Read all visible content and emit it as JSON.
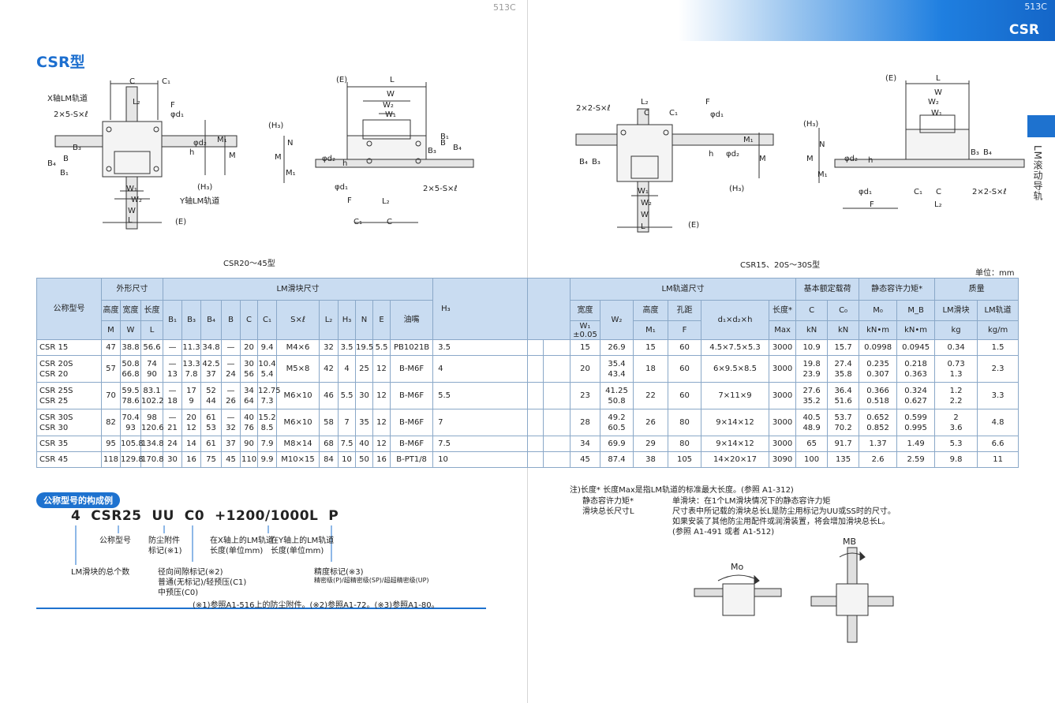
{
  "page": {
    "left_page_number": "513C",
    "right_page_number": "513C",
    "header_tag": "CSR",
    "side_tab": "LM滚动导轨",
    "title": "CSR型",
    "unit_label": "单位：mm"
  },
  "drawings": {
    "caption_left": "CSR20～45型",
    "caption_right": "CSR15、20S～30S型",
    "labels": {
      "C": "C",
      "C1": "C₁",
      "L2": "L₂",
      "F": "F",
      "d1": "φd₁",
      "d2": "φd₂",
      "M1": "M₁",
      "M": "M",
      "N": "N",
      "h": "h",
      "H3": "(H₃)",
      "E": "(E)",
      "B": "B",
      "B1": "B₁",
      "B3": "B₃",
      "B4": "B₄",
      "L": "L",
      "W": "W",
      "W1": "W₁",
      "W2": "W₂",
      "x_rail": "X轴LM轨道",
      "y_rail": "Y轴LM轨道",
      "tap_5": "2×5-S×ℓ",
      "tap_2": "2×2-S×ℓ"
    },
    "moments": {
      "mo": "Mo",
      "mb": "MB"
    }
  },
  "table": {
    "headers": {
      "model": "公称型号",
      "outer": "外形尺寸",
      "block": "LM滑块尺寸",
      "rail": "LM轨道尺寸",
      "rated": "基本额定载荷",
      "static_moment": "静态容许力矩*",
      "mass": "质量",
      "height": "高度",
      "width": "宽度",
      "length": "长度",
      "M": "M",
      "W": "W",
      "L": "L",
      "B1": "B₁",
      "B3": "B₃",
      "B4": "B₄",
      "B": "B",
      "C": "C",
      "C1": "C₁",
      "Sxl": "S×ℓ",
      "L2": "L₂",
      "H3": "H₃",
      "N": "N",
      "E": "E",
      "grease": "油嘴",
      "H3b": "H₃",
      "rail_width": "宽度",
      "W1": "W₁",
      "W1tol": "±0.05",
      "W2": "W₂",
      "rail_height": "高度",
      "M1": "M₁",
      "pitch": "孔距",
      "F": "F",
      "d1d2h": "d₁×d₂×h",
      "len_max": "长度*",
      "max": "Max",
      "Cc": "C",
      "C0": "C₀",
      "kN1": "kN",
      "kN2": "kN",
      "Mo": "M₀",
      "MB": "M_B",
      "kNm1": "kN•m",
      "kNm2": "kN•m",
      "block_mass": "LM滑块",
      "rail_mass": "LM轨道",
      "kg": "kg",
      "kgm": "kg/m"
    },
    "rows": [
      {
        "model": [
          "CSR 15"
        ],
        "M": "47",
        "W": [
          "38.8"
        ],
        "L": [
          "56.6"
        ],
        "B1": [
          "—"
        ],
        "B3": [
          "11.3"
        ],
        "B4": [
          "34.8"
        ],
        "B": [
          "—"
        ],
        "C": [
          "20"
        ],
        "C1": [
          "9.4"
        ],
        "Sxl": "M4×6",
        "L2": "32",
        "H3": "3.5",
        "N": "19.5",
        "E": "5.5",
        "grease": "PB1021B",
        "H3b": "3.5",
        "W1": "15",
        "W2": [
          "26.9"
        ],
        "M1": "15",
        "F": "60",
        "d": "4.5×7.5×5.3",
        "Lmax": "3000",
        "Cr": [
          "10.9"
        ],
        "C0": [
          "15.7"
        ],
        "Mo": [
          "0.0998"
        ],
        "MB": [
          "0.0945"
        ],
        "mb": [
          "0.34"
        ],
        "mr": "1.5"
      },
      {
        "model": [
          "CSR 20S",
          "CSR 20"
        ],
        "M": "57",
        "W": [
          "50.8",
          "66.8"
        ],
        "L": [
          "74",
          "90"
        ],
        "B1": [
          "—",
          "13"
        ],
        "B3": [
          "13.3",
          "7.8"
        ],
        "B4": [
          "42.5",
          "37"
        ],
        "B": [
          "—",
          "24"
        ],
        "C": [
          "30",
          "56"
        ],
        "C1": [
          "10.4",
          "5.4"
        ],
        "Sxl": "M5×8",
        "L2": "42",
        "H3": "4",
        "N": "25",
        "E": "12",
        "grease": "B-M6F",
        "H3b": "4",
        "W1": "20",
        "W2": [
          "35.4",
          "43.4"
        ],
        "M1": "18",
        "F": "60",
        "d": "6×9.5×8.5",
        "Lmax": "3000",
        "Cr": [
          "19.8",
          "23.9"
        ],
        "C0": [
          "27.4",
          "35.8"
        ],
        "Mo": [
          "0.235",
          "0.307"
        ],
        "MB": [
          "0.218",
          "0.363"
        ],
        "mb": [
          "0.73",
          "1.3"
        ],
        "mr": "2.3"
      },
      {
        "model": [
          "CSR 25S",
          "CSR 25"
        ],
        "M": "70",
        "W": [
          "59.5",
          "78.6"
        ],
        "L": [
          "83.1",
          "102.2"
        ],
        "B1": [
          "—",
          "18"
        ],
        "B3": [
          "17",
          "9"
        ],
        "B4": [
          "52",
          "44"
        ],
        "B": [
          "—",
          "26"
        ],
        "C": [
          "34",
          "64"
        ],
        "C1": [
          "12.75",
          "7.3"
        ],
        "Sxl": "M6×10",
        "L2": "46",
        "H3": "5.5",
        "N": "30",
        "E": "12",
        "grease": "B-M6F",
        "H3b": "5.5",
        "W1": "23",
        "W2": [
          "41.25",
          "50.8"
        ],
        "M1": "22",
        "F": "60",
        "d": "7×11×9",
        "Lmax": "3000",
        "Cr": [
          "27.6",
          "35.2"
        ],
        "C0": [
          "36.4",
          "51.6"
        ],
        "Mo": [
          "0.366",
          "0.518"
        ],
        "MB": [
          "0.324",
          "0.627"
        ],
        "mb": [
          "1.2",
          "2.2"
        ],
        "mr": "3.3"
      },
      {
        "model": [
          "CSR 30S",
          "CSR 30"
        ],
        "M": "82",
        "W": [
          "70.4",
          "93"
        ],
        "L": [
          "98",
          "120.6"
        ],
        "B1": [
          "—",
          "21"
        ],
        "B3": [
          "20",
          "12"
        ],
        "B4": [
          "61",
          "53"
        ],
        "B": [
          "—",
          "32"
        ],
        "C": [
          "40",
          "76"
        ],
        "C1": [
          "15.2",
          "8.5"
        ],
        "Sxl": "M6×10",
        "L2": "58",
        "H3": "7",
        "N": "35",
        "E": "12",
        "grease": "B-M6F",
        "H3b": "7",
        "W1": "28",
        "W2": [
          "49.2",
          "60.5"
        ],
        "M1": "26",
        "F": "80",
        "d": "9×14×12",
        "Lmax": "3000",
        "Cr": [
          "40.5",
          "48.9"
        ],
        "C0": [
          "53.7",
          "70.2"
        ],
        "Mo": [
          "0.652",
          "0.852"
        ],
        "MB": [
          "0.599",
          "0.995"
        ],
        "mb": [
          "2",
          "3.6"
        ],
        "mr": "4.8"
      },
      {
        "model": [
          "CSR 35"
        ],
        "M": "95",
        "W": [
          "105.8"
        ],
        "L": [
          "134.8"
        ],
        "B1": [
          "24"
        ],
        "B3": [
          "14"
        ],
        "B4": [
          "61"
        ],
        "B": [
          "37"
        ],
        "C": [
          "90"
        ],
        "C1": [
          "7.9"
        ],
        "Sxl": "M8×14",
        "L2": "68",
        "H3": "7.5",
        "N": "40",
        "E": "12",
        "grease": "B-M6F",
        "H3b": "7.5",
        "W1": "34",
        "W2": [
          "69.9"
        ],
        "M1": "29",
        "F": "80",
        "d": "9×14×12",
        "Lmax": "3000",
        "Cr": [
          "65"
        ],
        "C0": [
          "91.7"
        ],
        "Mo": [
          "1.37"
        ],
        "MB": [
          "1.49"
        ],
        "mb": [
          "5.3"
        ],
        "mr": "6.6"
      },
      {
        "model": [
          "CSR 45"
        ],
        "M": "118",
        "W": [
          "129.8"
        ],
        "L": [
          "170.8"
        ],
        "B1": [
          "30"
        ],
        "B3": [
          "16"
        ],
        "B4": [
          "75"
        ],
        "B": [
          "45"
        ],
        "C": [
          "110"
        ],
        "C1": [
          "9.9"
        ],
        "Sxl": "M10×15",
        "L2": "84",
        "H3": "10",
        "N": "50",
        "E": "16",
        "grease": "B-PT1/8",
        "H3b": "10",
        "W1": "45",
        "W2": [
          "87.4"
        ],
        "M1": "38",
        "F": "105",
        "d": "14×20×17",
        "Lmax": "3090",
        "Cr": [
          "100"
        ],
        "C0": [
          "135"
        ],
        "Mo": [
          "2.6"
        ],
        "MB": [
          "2.59"
        ],
        "mb": [
          "9.8"
        ],
        "mr": "11"
      }
    ]
  },
  "model_example": {
    "badge": "公称型号的构成例",
    "code": "4 CSR25 UU C0 +1200/1000L P",
    "parts": {
      "count": "4",
      "type": "CSR25",
      "seal": "UU",
      "preload": "C0",
      "length": "+1200/1000L",
      "accuracy": "P"
    },
    "labels": {
      "model_no": "公称型号",
      "seal_1": "防尘附件",
      "seal_2": "标记(※1)",
      "xlen_1": "在X轴上的LM轨道",
      "xlen_2": "长度(单位mm)",
      "ylen_1": "在Y轴上的LM轨道",
      "ylen_2": "长度(单位mm)",
      "count_label": "LM滑块的总个数",
      "clearance_1": "径向间隙标记(※2)",
      "clearance_2": "普通(无标记)/轻预压(C1)",
      "clearance_3": "中预压(C0)",
      "accuracy_1": "精度标记(※3)",
      "accuracy_2": "精密级(P)/超精密级(SP)/超超精密级(UP)"
    },
    "footnote": "(※1)参照A1-516上的防尘附件。(※2)参照A1-72。(※3)参照A1-80。"
  },
  "notes": {
    "line1": "注)长度*  长度Max是指LM轨道的标准最大长度。(参照 A1-312)",
    "line2_key": "静态容许力矩*",
    "line2_val": "单滑块：在1个LM滑块情况下的静态容许力矩",
    "line3_key": "滑块总长尺寸L",
    "line3_val": "尺寸表中所记载的滑块总长L是防尘用标记为UU或SS时的尺寸。",
    "line4": "如果安装了其他防尘用配件或润滑装置，将会增加滑块总长L。",
    "line5": "(参照 A1-491 或者 A1-512)"
  },
  "colors": {
    "accent": "#1e72cf",
    "table_header": "#c9dcf1",
    "border": "#8aa8c8"
  }
}
